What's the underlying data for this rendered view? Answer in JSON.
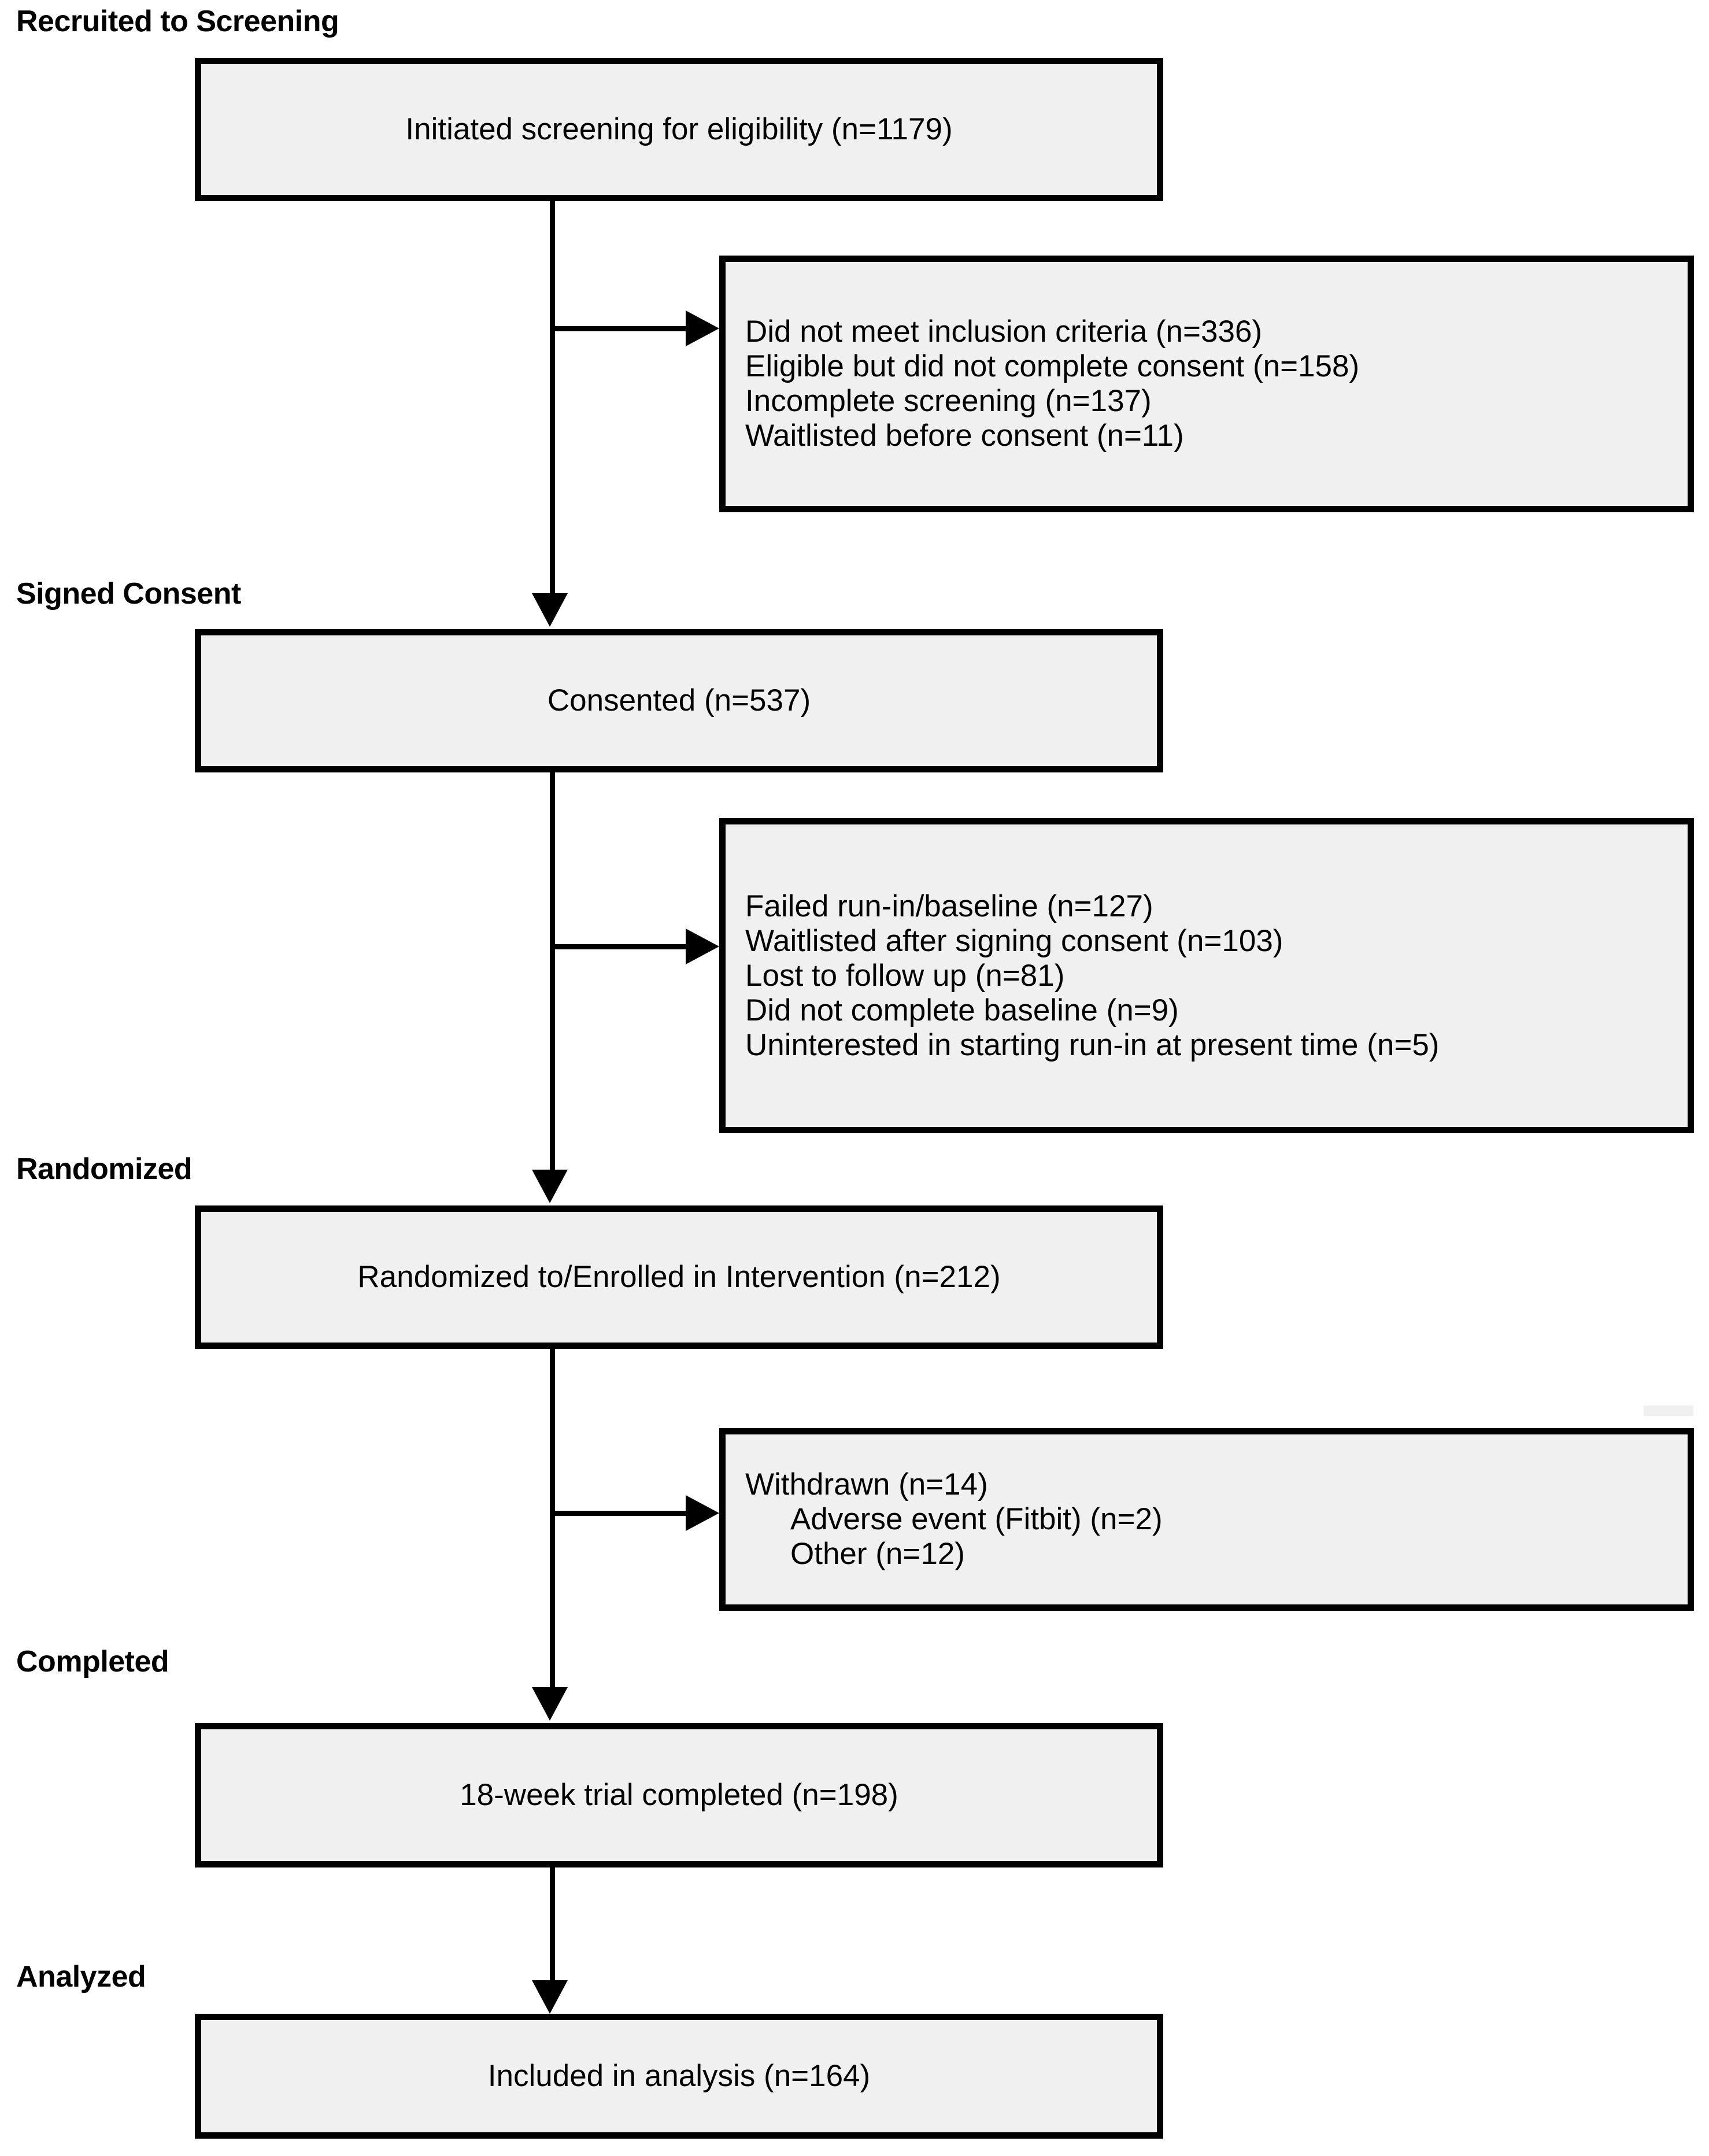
{
  "diagram": {
    "title": "CONSORT participant flow diagram",
    "box_fill": "#f0f0f0",
    "box_border": "#000000",
    "background": "#ffffff"
  },
  "stages": [
    {
      "label": "Recruited to Screening"
    },
    {
      "label": "Signed Consent"
    },
    {
      "label": "Randomized"
    },
    {
      "label": "Completed"
    },
    {
      "label": "Analyzed"
    }
  ],
  "primary_boxes": [
    {
      "text": "Initiated screening for eligibility (n=1179)",
      "n": 1179
    },
    {
      "text": "Consented (n=537)",
      "n": 537
    },
    {
      "text": "Randomized to/Enrolled in Intervention (n=212)",
      "n": 212
    },
    {
      "text": "18-week trial completed (n=198)",
      "n": 198
    },
    {
      "text": "Included in analysis (n=164)",
      "n": 164
    }
  ],
  "exclusion_boxes": [
    {
      "lines": [
        {
          "text": "Did not meet inclusion criteria (n=336)",
          "n": 336,
          "indent": false
        },
        {
          "text": "Eligible but did not complete consent (n=158)",
          "n": 158,
          "indent": false
        },
        {
          "text": "Incomplete screening (n=137)",
          "n": 137,
          "indent": false
        },
        {
          "text": "Waitlisted before consent (n=11)",
          "n": 11,
          "indent": false
        }
      ]
    },
    {
      "lines": [
        {
          "text": "Failed run-in/baseline (n=127)",
          "n": 127,
          "indent": false
        },
        {
          "text": "Waitlisted after signing consent (n=103)",
          "n": 103,
          "indent": false
        },
        {
          "text": "Lost to follow up (n=81)",
          "n": 81,
          "indent": false
        },
        {
          "text": "Did not complete baseline (n=9)",
          "n": 9,
          "indent": false
        },
        {
          "text": "Uninterested in starting run-in at present time (n=5)",
          "n": 5,
          "indent": false
        }
      ]
    },
    {
      "lines": [
        {
          "text": "Withdrawn (n=14)",
          "n": 14,
          "indent": false
        },
        {
          "text": "Adverse event (Fitbit) (n=2)",
          "n": 2,
          "indent": true
        },
        {
          "text": "Other (n=12)",
          "n": 12,
          "indent": true
        }
      ]
    }
  ],
  "chart_data": {
    "type": "diagram",
    "title": "CONSORT participant flow diagram",
    "nodes": [
      {
        "stage": "Recruited to Screening",
        "label": "Initiated screening for eligibility",
        "n": 1179
      },
      {
        "stage": "Signed Consent",
        "label": "Consented",
        "n": 537
      },
      {
        "stage": "Randomized",
        "label": "Randomized to/Enrolled in Intervention",
        "n": 212
      },
      {
        "stage": "Completed",
        "label": "18-week trial completed",
        "n": 198
      },
      {
        "stage": "Analyzed",
        "label": "Included in analysis",
        "n": 164
      }
    ],
    "exclusions": [
      {
        "after": "Initiated screening for eligibility",
        "reasons": [
          {
            "label": "Did not meet inclusion criteria",
            "n": 336
          },
          {
            "label": "Eligible but did not complete consent",
            "n": 158
          },
          {
            "label": "Incomplete screening",
            "n": 137
          },
          {
            "label": "Waitlisted before consent",
            "n": 11
          }
        ]
      },
      {
        "after": "Consented",
        "reasons": [
          {
            "label": "Failed run-in/baseline",
            "n": 127
          },
          {
            "label": "Waitlisted after signing consent",
            "n": 103
          },
          {
            "label": "Lost to follow up",
            "n": 81
          },
          {
            "label": "Did not complete baseline",
            "n": 9
          },
          {
            "label": "Uninterested in starting run-in at present time",
            "n": 5
          }
        ]
      },
      {
        "after": "Randomized to/Enrolled in Intervention",
        "reasons": [
          {
            "label": "Withdrawn",
            "n": 14
          },
          {
            "label": "Adverse event (Fitbit)",
            "n": 2
          },
          {
            "label": "Other",
            "n": 12
          }
        ]
      }
    ]
  }
}
